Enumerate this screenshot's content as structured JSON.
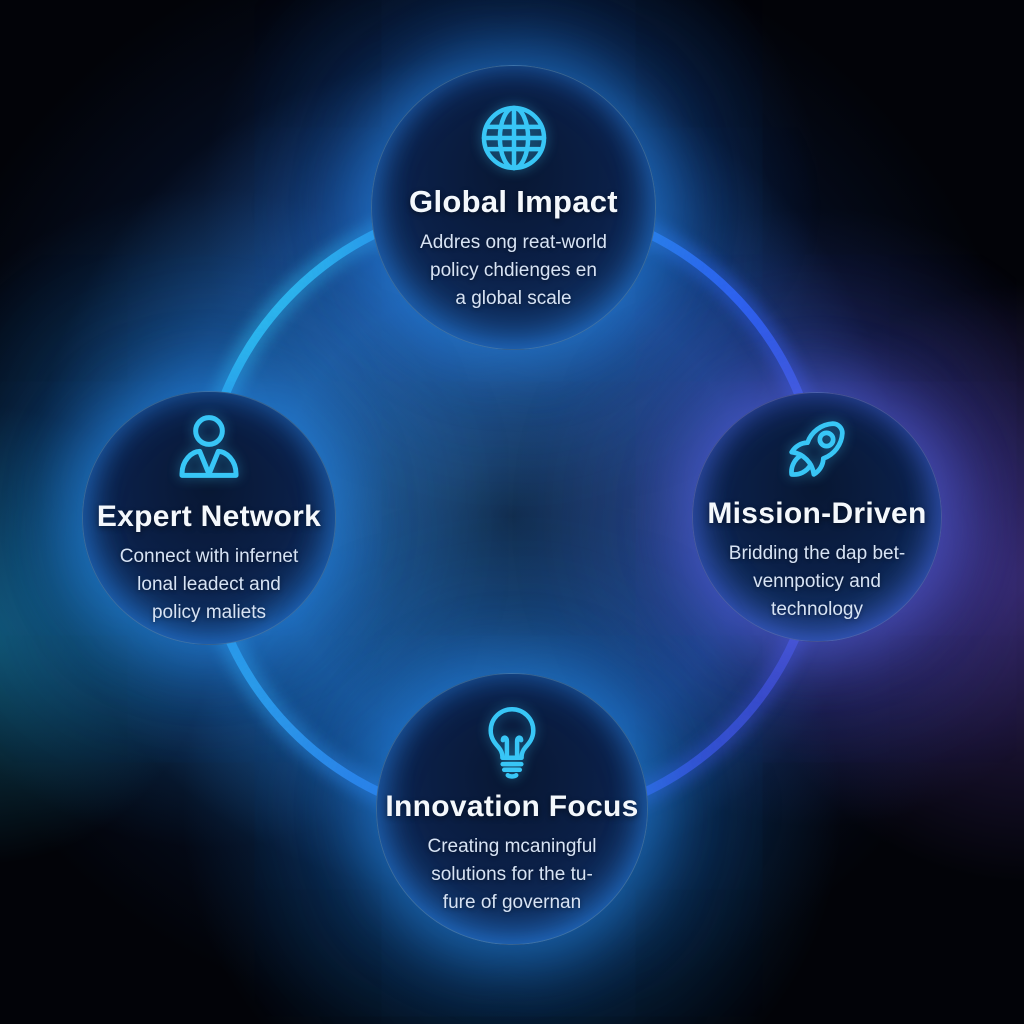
{
  "palette": {
    "background": "#000000",
    "ambient_glow": "#3A7BC2",
    "ring_gradient": [
      "#2FC3F2",
      "#2E8CEC",
      "#2F63F2",
      "#3A49C4"
    ],
    "node_fill_center": "#081733",
    "node_fill_edge": "#1D4F97",
    "icon_stroke": "#38C6F6",
    "title_color": "#F4F8FC",
    "description_color": "#D7E3F4",
    "right_node_accent": "#7A5CD7"
  },
  "nodes": [
    {
      "id": "global-impact",
      "position": "top",
      "icon": "globe-icon",
      "title": "Global Impact",
      "lines": [
        "Addres ong reat-world",
        "policy chdienges en",
        "a global scale"
      ]
    },
    {
      "id": "expert-network",
      "position": "left",
      "icon": "person-icon",
      "title": "Expert Network",
      "lines": [
        "Connect with infernet",
        "lonal leadect and",
        "policy maliets"
      ]
    },
    {
      "id": "mission-driven",
      "position": "right",
      "icon": "rocket-icon",
      "title": "Mission-Driven",
      "lines": [
        "Bridding the dap bet-",
        "vennpoticy and",
        "technology"
      ]
    },
    {
      "id": "innovation-focus",
      "position": "bottom",
      "icon": "lightbulb-icon",
      "title": "Innovation Focus",
      "lines": [
        "Creating mcaningful",
        "solutions for the tu-",
        "fure of governan"
      ]
    }
  ]
}
